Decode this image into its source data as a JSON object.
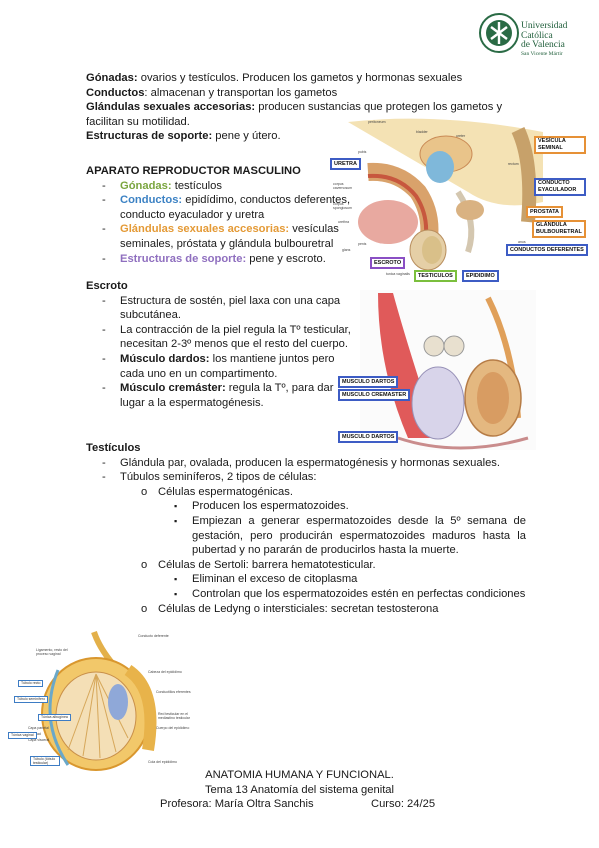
{
  "logo": {
    "line1": "Universidad",
    "line2": "Católica",
    "line3": "de Valencia",
    "line4": "San Vicente Mártir"
  },
  "intro": {
    "gonadas_label": "Gónadas:",
    "gonadas_text": " ovarios y testículos. Producen los gametos y hormonas sexuales",
    "conductos_label": "Conductos",
    "conductos_text": ": almacenan y transportan los gametos",
    "glandulas_label": "Glándulas sexuales accesorias:",
    "glandulas_text": " producen sustancias que protegen los gametos y facilitan su motilidad.",
    "estructuras_label": "Estructuras de soporte:",
    "estructuras_text": " pene y útero."
  },
  "masculino": {
    "title": "APARATO REPRODUCTOR MASCULINO",
    "items": [
      {
        "label": "Gónadas:",
        "text": " testículos"
      },
      {
        "label": "Conductos:",
        "text": " epidídimo, conductos deferentes, conducto eyaculador y uretra"
      },
      {
        "label": "Glándulas sexuales accesorias:",
        "text": " vesículas seminales, próstata y glándula bulbouretral"
      },
      {
        "label": "Estructuras de soporte:",
        "text": " pene y escroto."
      }
    ]
  },
  "escroto": {
    "title": "Escroto",
    "items": [
      {
        "label": "",
        "text": "Estructura de sostén, piel laxa con una capa subcutánea."
      },
      {
        "label": "",
        "text": "La contracción de la piel regula la Tº testicular, necesitan 2-3º menos que el resto del cuerpo."
      },
      {
        "label": "Músculo dardos:",
        "text": " los mantiene juntos pero cada uno en un compartimento."
      },
      {
        "label": "Músculo cremáster:",
        "text": " regula la Tº, para dar lugar a la espermatogénesis."
      }
    ]
  },
  "testiculos": {
    "title": "Testículos",
    "d1": "Glándula par, ovalada, producen la espermatogénesis y hormonas sexuales.",
    "d2": "Túbulos seminíferos, 2 tipos de células:",
    "c1": "Células espermatogénicas.",
    "c1a": "Producen los espermatozoides.",
    "c1b": "Empiezan a generar espermatozoides desde la 5º semana de gestación, pero producirán espermatozoides maduros hasta la pubertad y no pararán de producirlos hasta la muerte.",
    "c2": "Células de Sertoli: barrera hematotesticular.",
    "c2a": "Eliminan el exceso de citoplasma",
    "c2b": "Controlan que los espermatozoides estén en perfectas condiciones",
    "c3": "Células de Ledyng o intersticiales: secretan testosterona"
  },
  "fig1": {
    "small": [
      "peritoneum",
      "bladder",
      "ureter",
      "pubis",
      "corpus cavernosum",
      "corpus spongiosum",
      "urethra",
      "glans",
      "penis",
      "tunica vaginalis",
      "rectum",
      "anus"
    ],
    "uretra": "URETRA",
    "vesicula": "VESÍCULA SEMINAL",
    "conducto_ey": "CONDUCTO EYACULADOR",
    "prostata": "PROSTATA",
    "glandula": "GLÁNDULA BULBOURETRAL",
    "deferentes": "CONDUCTOS DEFERENTES",
    "escroto": "ESCROTO",
    "testiculos": "TESTICULOS",
    "epididimo": "EPIDIDIMO"
  },
  "fig2": {
    "dartos1": "MUSCULO DARTOS",
    "cremaster": "MUSCULO CREMASTER",
    "dartos2": "MUSCULO DARTOS"
  },
  "fig3": {
    "labels": [
      "Conducto deferente",
      "Ligamento, resto del proceso vaginal",
      "Cabeza del epidídimo",
      "Conductillos eferentes",
      "Red testicular en el mediastino testicular",
      "Cuerpo del epidídimo",
      "Cola del epidídimo"
    ],
    "boxes": [
      "Túbulo recto",
      "Túbulo seminífero",
      "Túnica albugínea",
      "Capa parietal",
      "Cavidad",
      "Capa visceral",
      "Túnica vaginal",
      "Túbulo (lóbulo testicular)"
    ]
  },
  "footer": {
    "line1": "ANATOMIA HUMANA Y FUNCIONAL.",
    "line2": "Tema 13 Anatomía del sistema genital",
    "prof": "Profesora: María Oltra Sanchis",
    "curso": "Curso: 24/25"
  }
}
